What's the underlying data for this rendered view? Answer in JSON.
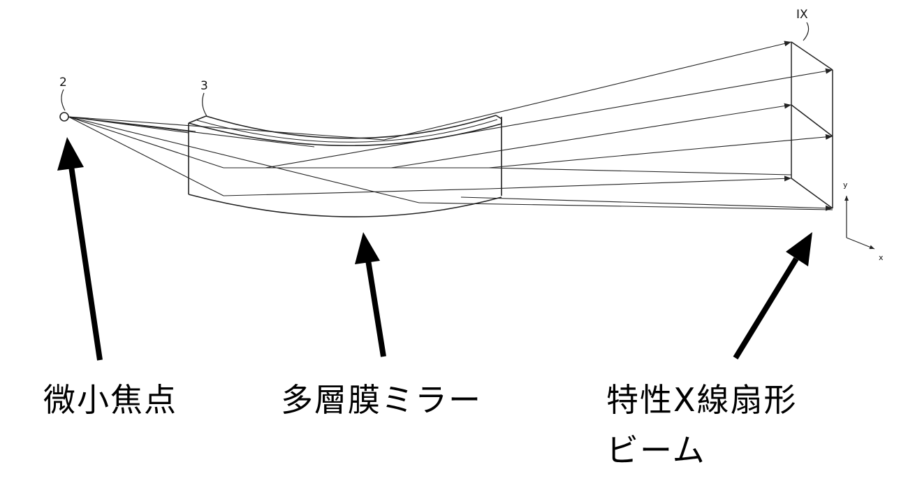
{
  "labels": {
    "source_number": "2",
    "mirror_number": "3",
    "beam_label": "IX",
    "axis_y": "y",
    "axis_x": "x"
  },
  "captions": {
    "micro_focus": "微小焦点",
    "multilayer_mirror": "多層膜ミラー",
    "beam_line1": "特性X線扇形",
    "beam_line2": "ビーム"
  }
}
